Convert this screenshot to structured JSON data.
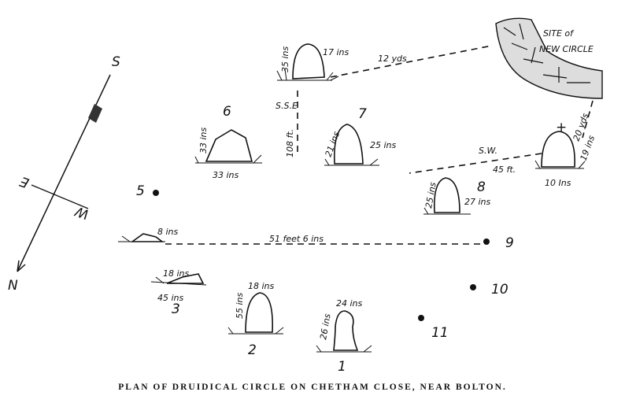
{
  "caption": "PLAN OF DRUIDICAL CIRCLE ON CHETHAM CLOSE, NEAR BOLTON.",
  "compass": {
    "south": "S",
    "north": "N",
    "east": "E",
    "west": "W"
  },
  "site": {
    "label_line1": "SITE of",
    "label_line2": "NEW CIRCLE"
  },
  "stones": {
    "s1": {
      "number": "1",
      "width": "24 ins",
      "height": "26 ins"
    },
    "s2": {
      "number": "2",
      "width": "18 ins",
      "height": "55 ins"
    },
    "s3": {
      "number": "3",
      "width": "18 ins",
      "length": "45 ins"
    },
    "s4": {
      "width": "8 ins"
    },
    "s5": {
      "number": "5"
    },
    "s6": {
      "number": "6",
      "height": "33 ins",
      "width": "33 ins"
    },
    "s7": {
      "number": "7",
      "height": "21 ins",
      "width": "25 ins"
    },
    "s8": {
      "number": "8",
      "height": "25 ins",
      "width": "27 ins"
    },
    "s9": {
      "number": "9"
    },
    "s10": {
      "number": "10"
    },
    "s11": {
      "number": "11"
    },
    "outlier_top": {
      "height": "35 ins",
      "width": "17 ins"
    },
    "outlier_right": {
      "height": "19 ins",
      "width": "10 Ins"
    }
  },
  "measurements": {
    "to_site": "12 yds",
    "bearing_sse": "S.S.E",
    "dist_sse": "108 ft.",
    "bearing_sw": "S.W.",
    "dist_sw": "45 ft.",
    "dist_site_right": "20 yds",
    "dist_4_to_9": "51 feet 6 ins"
  }
}
